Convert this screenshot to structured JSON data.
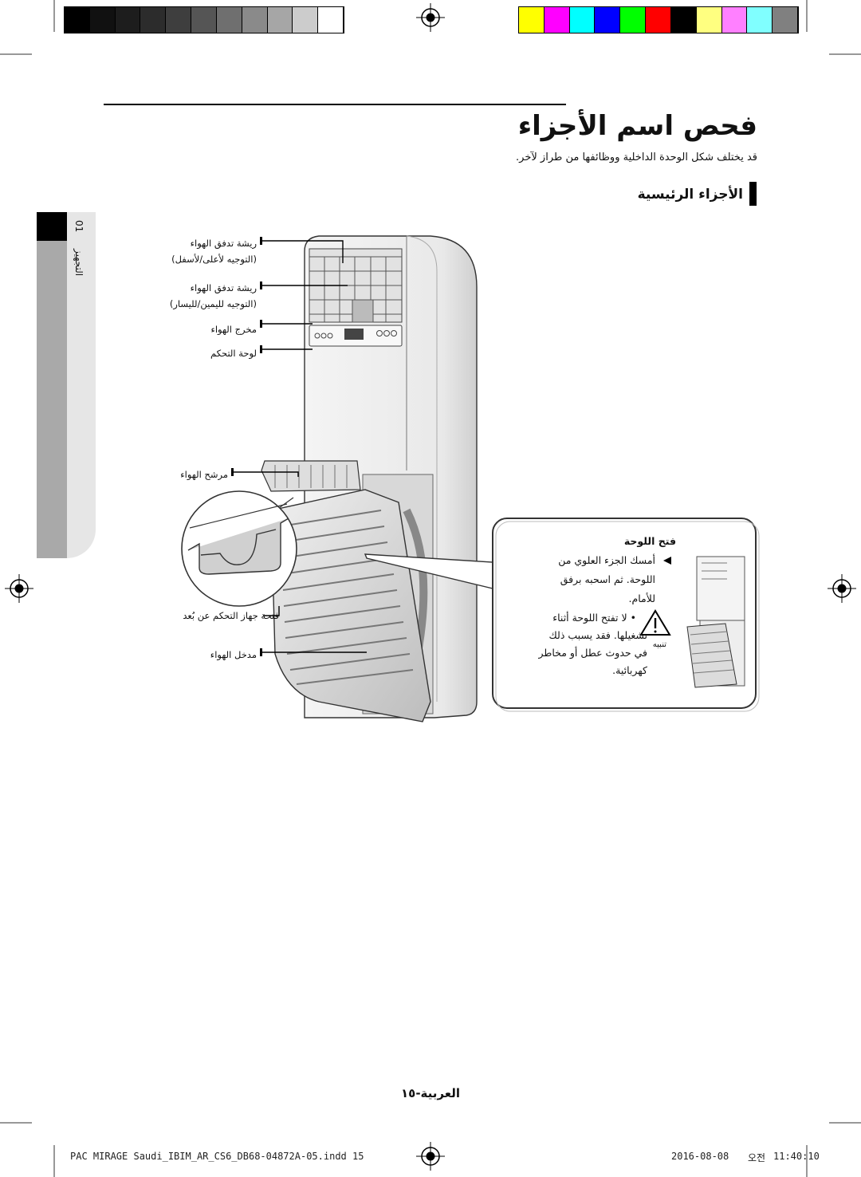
{
  "header": {
    "title": "فحص اسم الأجزاء",
    "subtitle": "قد يختلف شكل الوحدة الداخلية ووظائفها من طراز لآخر.",
    "section_title": "الأجزاء الرئيسية"
  },
  "side_tab": {
    "number": "01",
    "label": "التجهيز"
  },
  "labels": {
    "vane_lr": "ريشة تدفق الهواء",
    "vane_lr_note": "(التوجيه لأعلى/لأسفل)",
    "vane_ud": "ريشة تدفق الهواء",
    "vane_ud_note": "(التوجيه لليمين/لليسار)",
    "air_outlet": "مخرج الهواء",
    "control_panel": "لوحة التحكم",
    "air_filter": "مرشح الهواء",
    "remote_sensor": "فتحة جهاز التحكم عن بُعد",
    "air_inlet": "مدخل الهواء"
  },
  "note_box": {
    "heading": "فتح اللوحة",
    "step": "أمسك الجزء العلوي من اللوحة. ثم اسحبه برفق للأمام.",
    "step_line1": "أمسك الجزء العلوي من",
    "step_line2": "اللوحة. ثم اسحبه برفق",
    "step_line3": "للأمام.",
    "warning_line1": "• لا تفتح اللوحة أثناء",
    "warning_line2": "تشغيلها. فقد يسبب ذلك",
    "warning_line3": "في حدوث عطل أو مخاطر",
    "warning_line4": "كهربائية.",
    "warning_icon_label": "تنبيه"
  },
  "page_number": "العربية-١٥",
  "footer": {
    "file": "PAC MIRAGE Saudi_IBIM_AR_CS6_DB68-04872A-05.indd   15",
    "date": "2016-08-08",
    "time_label": "오전",
    "time": "11:40:10"
  },
  "colors": {
    "gray_scale": [
      "#000000",
      "#111111",
      "#1d1d1d",
      "#2c2c2c",
      "#3e3e3e",
      "#555555",
      "#6f6f6f",
      "#8a8a8a",
      "#a6a6a6",
      "#cccccc",
      "#ffffff"
    ],
    "color_bar": [
      "#ffff00",
      "#ff00ff",
      "#00ffff",
      "#0000ff",
      "#00ff00",
      "#ff0000",
      "#000000",
      "#ffff80",
      "#ff80ff",
      "#80ffff",
      "#808080"
    ]
  }
}
